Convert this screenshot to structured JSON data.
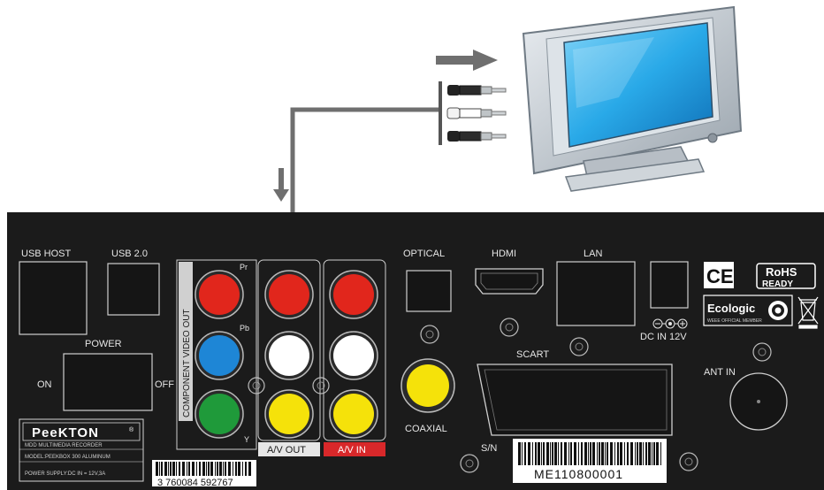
{
  "panel": {
    "labels": {
      "usb_host": "USB HOST",
      "usb2": "USB 2.0",
      "power": "POWER",
      "on": "ON",
      "off": "OFF",
      "component": "COMPONENT VIDEO OUT",
      "pr": "Pr",
      "pb": "Pb",
      "y": "Y",
      "av_out": "A/V OUT",
      "av_in": "A/V IN",
      "optical": "OPTICAL",
      "hdmi": "HDMI",
      "lan": "LAN",
      "dc_in": "DC IN 12V",
      "scart": "SCART",
      "coaxial": "COAXIAL",
      "ant_in": "ANT IN",
      "sn": "S/N"
    },
    "brand": {
      "name": "PeeKTON",
      "reg": "®",
      "line1": "MDD MULTIMEDIA RECORDER",
      "line2": "MODEL:PEEKBOX 300 ALUMINUM",
      "line3": "POWER SUPPLY:DC IN = 12V,3A"
    },
    "barcode_number": "3 760084 592767",
    "serial_number": "ME110800001",
    "certs": {
      "ce": "CE",
      "rohs1": "RoHS",
      "rohs2": "READY",
      "ecologic": "Ecologic",
      "ecologic_sub": "WEEE OFFICIAL MEMBER"
    }
  },
  "colors": {
    "red": "#e1261c",
    "blue": "#1e86d6",
    "green": "#1f9a3a",
    "white": "#ffffff",
    "yellow": "#f5e20a",
    "panel": "#1b1b1b",
    "av_in_bar": "#d8282a",
    "arrow": "#6f6f6f",
    "screen": "#29a9e8"
  },
  "icons": [
    "tv-icon",
    "rca-cable-icon",
    "arrow-right-icon",
    "arrow-down-icon",
    "weee-bin-icon",
    "ce-mark-icon",
    "barcode-icon"
  ]
}
